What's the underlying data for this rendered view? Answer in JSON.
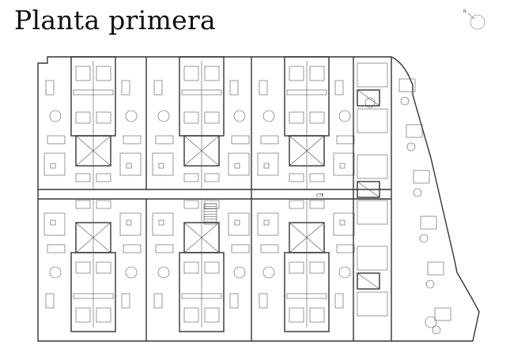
{
  "title": "Planta primera",
  "north_arrow": {
    "label": "N",
    "icon": "north-arrow-icon"
  },
  "plan_labels": {
    "corridor_label": "CTE"
  },
  "colors": {
    "lines": "#333333",
    "background": "#ffffff"
  }
}
